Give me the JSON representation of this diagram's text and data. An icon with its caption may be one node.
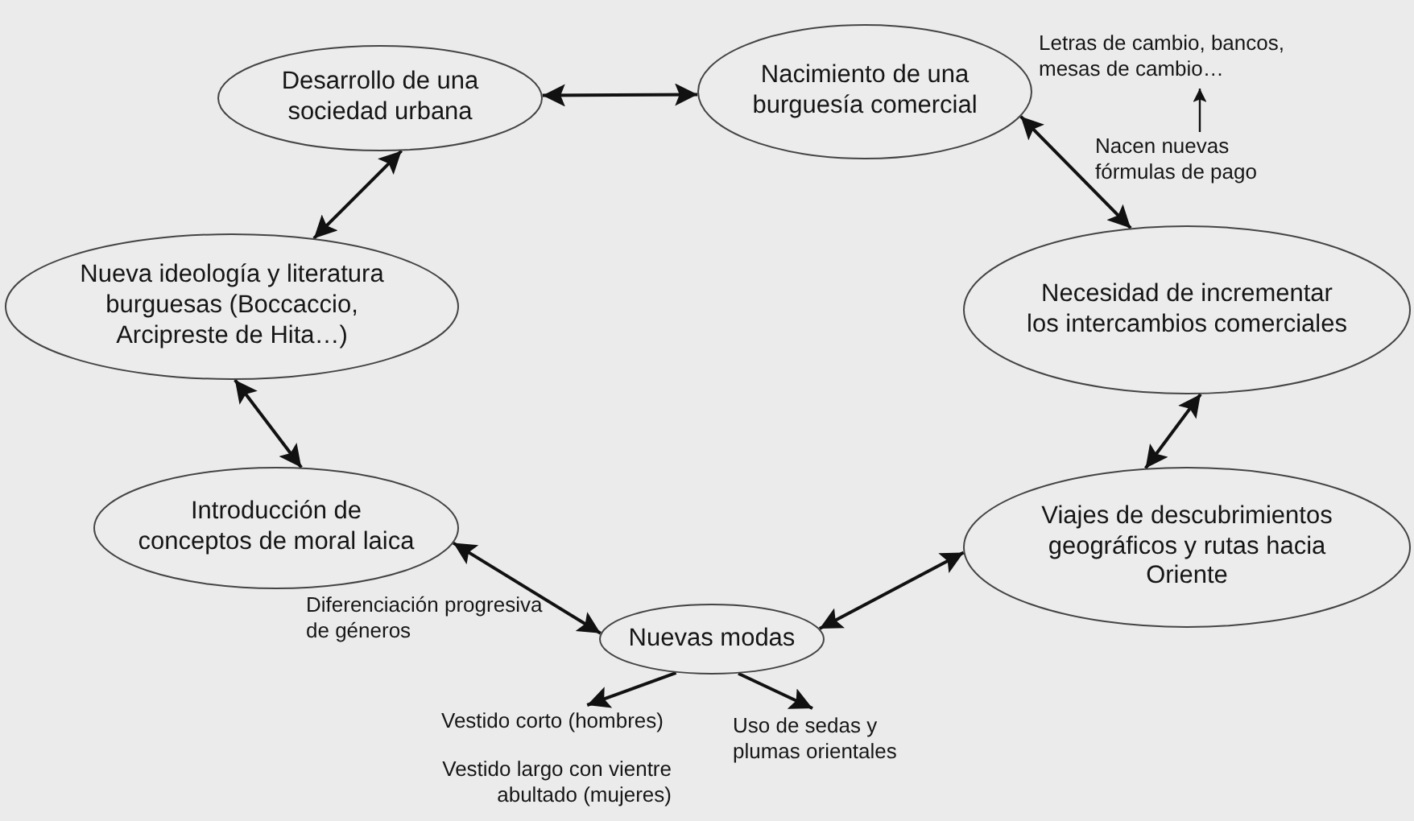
{
  "diagram": {
    "nodes": [
      {
        "text": [
          "Desarrollo de una sociedad urbana"
        ]
      },
      {
        "text": [
          "Nacimiento de una burguesía comercial"
        ]
      },
      {
        "text": [
          "Letras de cambio, bancos, mesas de cambio…"
        ]
      },
      {
        "text": [
          "Nacen nuevas fórmulas de pago"
        ]
      },
      {
        "text": [
          "Nueva ideología y literatura burguesas (Boccaccio, Arcipreste de Hita…)"
        ]
      },
      {
        "text": [
          "Necesidad de incrementar los intercambios comerciales"
        ]
      },
      {
        "text": [
          "Introducción de conceptos de moral laica"
        ]
      },
      {
        "text": [
          "Viajes de descubrimientos geográficos y rutas hacia Oriente"
        ]
      },
      {
        "text": [
          "Nuevas modas"
        ]
      },
      {
        "text": [
          "Vestido corto (hombres)"
        ]
      },
      {
        "text": [
          "Uso de sedas y plumas orientales"
        ]
      }
    ],
    "edges": [
      {
        "from": 0,
        "to": 1,
        "arrow": "both"
      },
      {
        "from": 0,
        "to": 4,
        "arrow": "both"
      },
      {
        "from": 4,
        "to": 6,
        "arrow": "both"
      },
      {
        "from": 6,
        "to": 8,
        "arrow": "both"
      },
      {
        "from": 8,
        "to": 7,
        "arrow": "both"
      },
      {
        "from": 7,
        "to": 5,
        "arrow": "both"
      },
      {
        "from": 1,
        "to": 5,
        "arrow": "both"
      },
      {
        "from": 3,
        "to": 2,
        "arrow": "to"
      },
      {
        "from": 8,
        "to": 9,
        "arrow": "to"
      },
      {
        "from": 8,
        "to": 10,
        "arrow": "to"
      }
    ],
    "labels": [
      "Diferenciación progresiva de géneros",
      "Vestido largo con vientre abultado (mujeres)"
    ]
  }
}
